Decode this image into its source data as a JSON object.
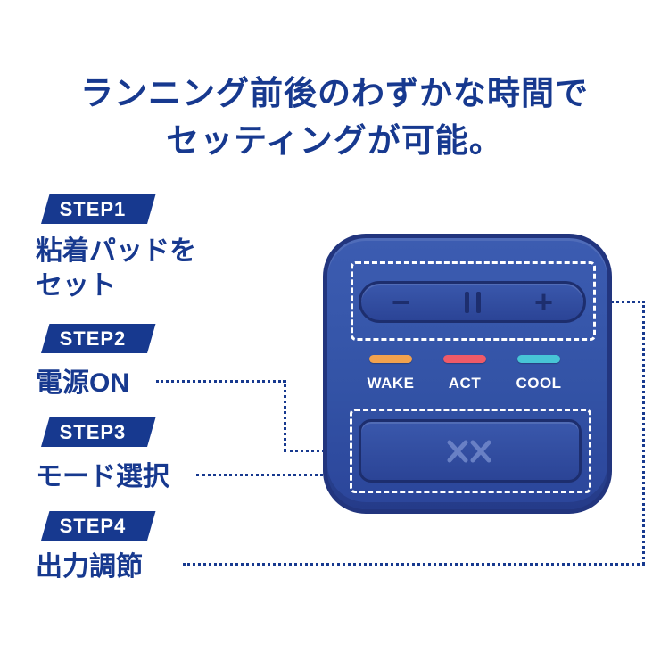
{
  "headline": {
    "line1": "ランニング前後のわずかな時間で",
    "line2": "セッティングが可能。"
  },
  "steps": [
    {
      "label": "STEP1",
      "lines": [
        "粘着パッドを",
        "セット"
      ]
    },
    {
      "label": "STEP2",
      "lines": [
        "電源ON"
      ]
    },
    {
      "label": "STEP3",
      "lines": [
        "モード選択"
      ]
    },
    {
      "label": "STEP4",
      "lines": [
        "出力調節"
      ]
    }
  ],
  "device": {
    "top_button": {
      "minus": "−",
      "plus": "+"
    },
    "indicators": [
      {
        "label": "WAKE",
        "color": "#f2a24e"
      },
      {
        "label": "ACT",
        "color": "#ef5a68"
      },
      {
        "label": "COOL",
        "color": "#47c5d6"
      }
    ]
  },
  "colors": {
    "primary_blue": "#17398f",
    "device_body": "#3353a6",
    "device_border": "#22357e",
    "button_fill": "#2b4496",
    "dashed_callout": "#ffffff"
  }
}
